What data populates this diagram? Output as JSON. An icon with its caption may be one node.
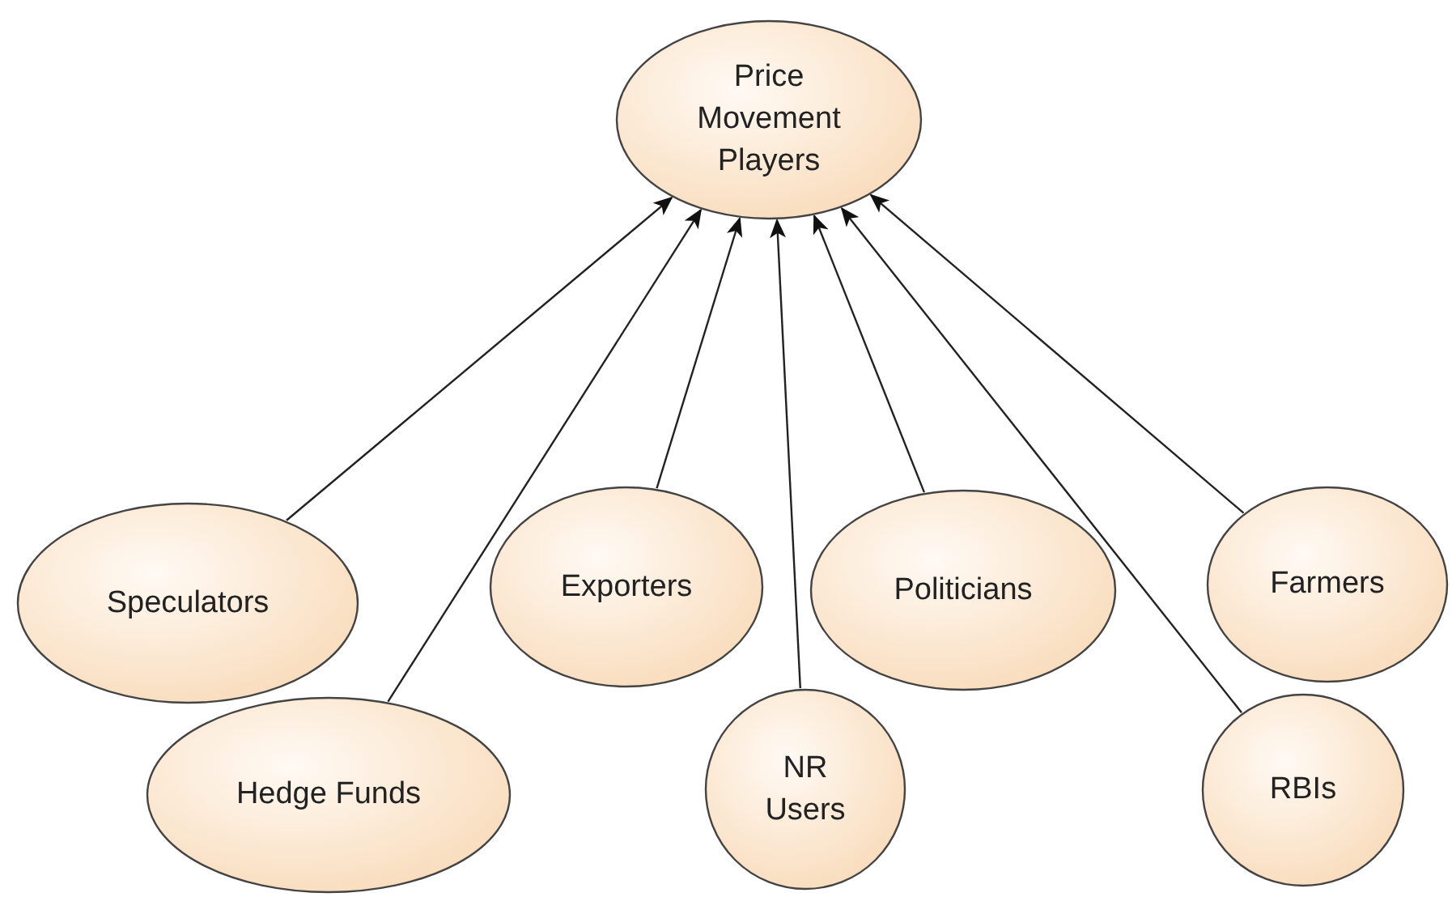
{
  "diagram": {
    "nodes": [
      {
        "text": [
          "Price Movement Players"
        ]
      },
      {
        "text": [
          "Speculators"
        ]
      },
      {
        "text": [
          "Hedge Funds"
        ]
      },
      {
        "text": [
          "Exporters"
        ]
      },
      {
        "text": [
          "NR Users"
        ]
      },
      {
        "text": [
          "Politicians"
        ]
      },
      {
        "text": [
          "Farmers"
        ]
      },
      {
        "text": [
          "RBIs"
        ]
      }
    ],
    "edges": [
      {
        "from": 1,
        "to": 0,
        "arrow": "to"
      },
      {
        "from": 2,
        "to": 0,
        "arrow": "to"
      },
      {
        "from": 3,
        "to": 0,
        "arrow": "to"
      },
      {
        "from": 4,
        "to": 0,
        "arrow": "to"
      },
      {
        "from": 5,
        "to": 0,
        "arrow": "to"
      },
      {
        "from": 7,
        "to": 0,
        "arrow": "to"
      },
      {
        "from": 6,
        "to": 0,
        "arrow": "to"
      }
    ]
  }
}
